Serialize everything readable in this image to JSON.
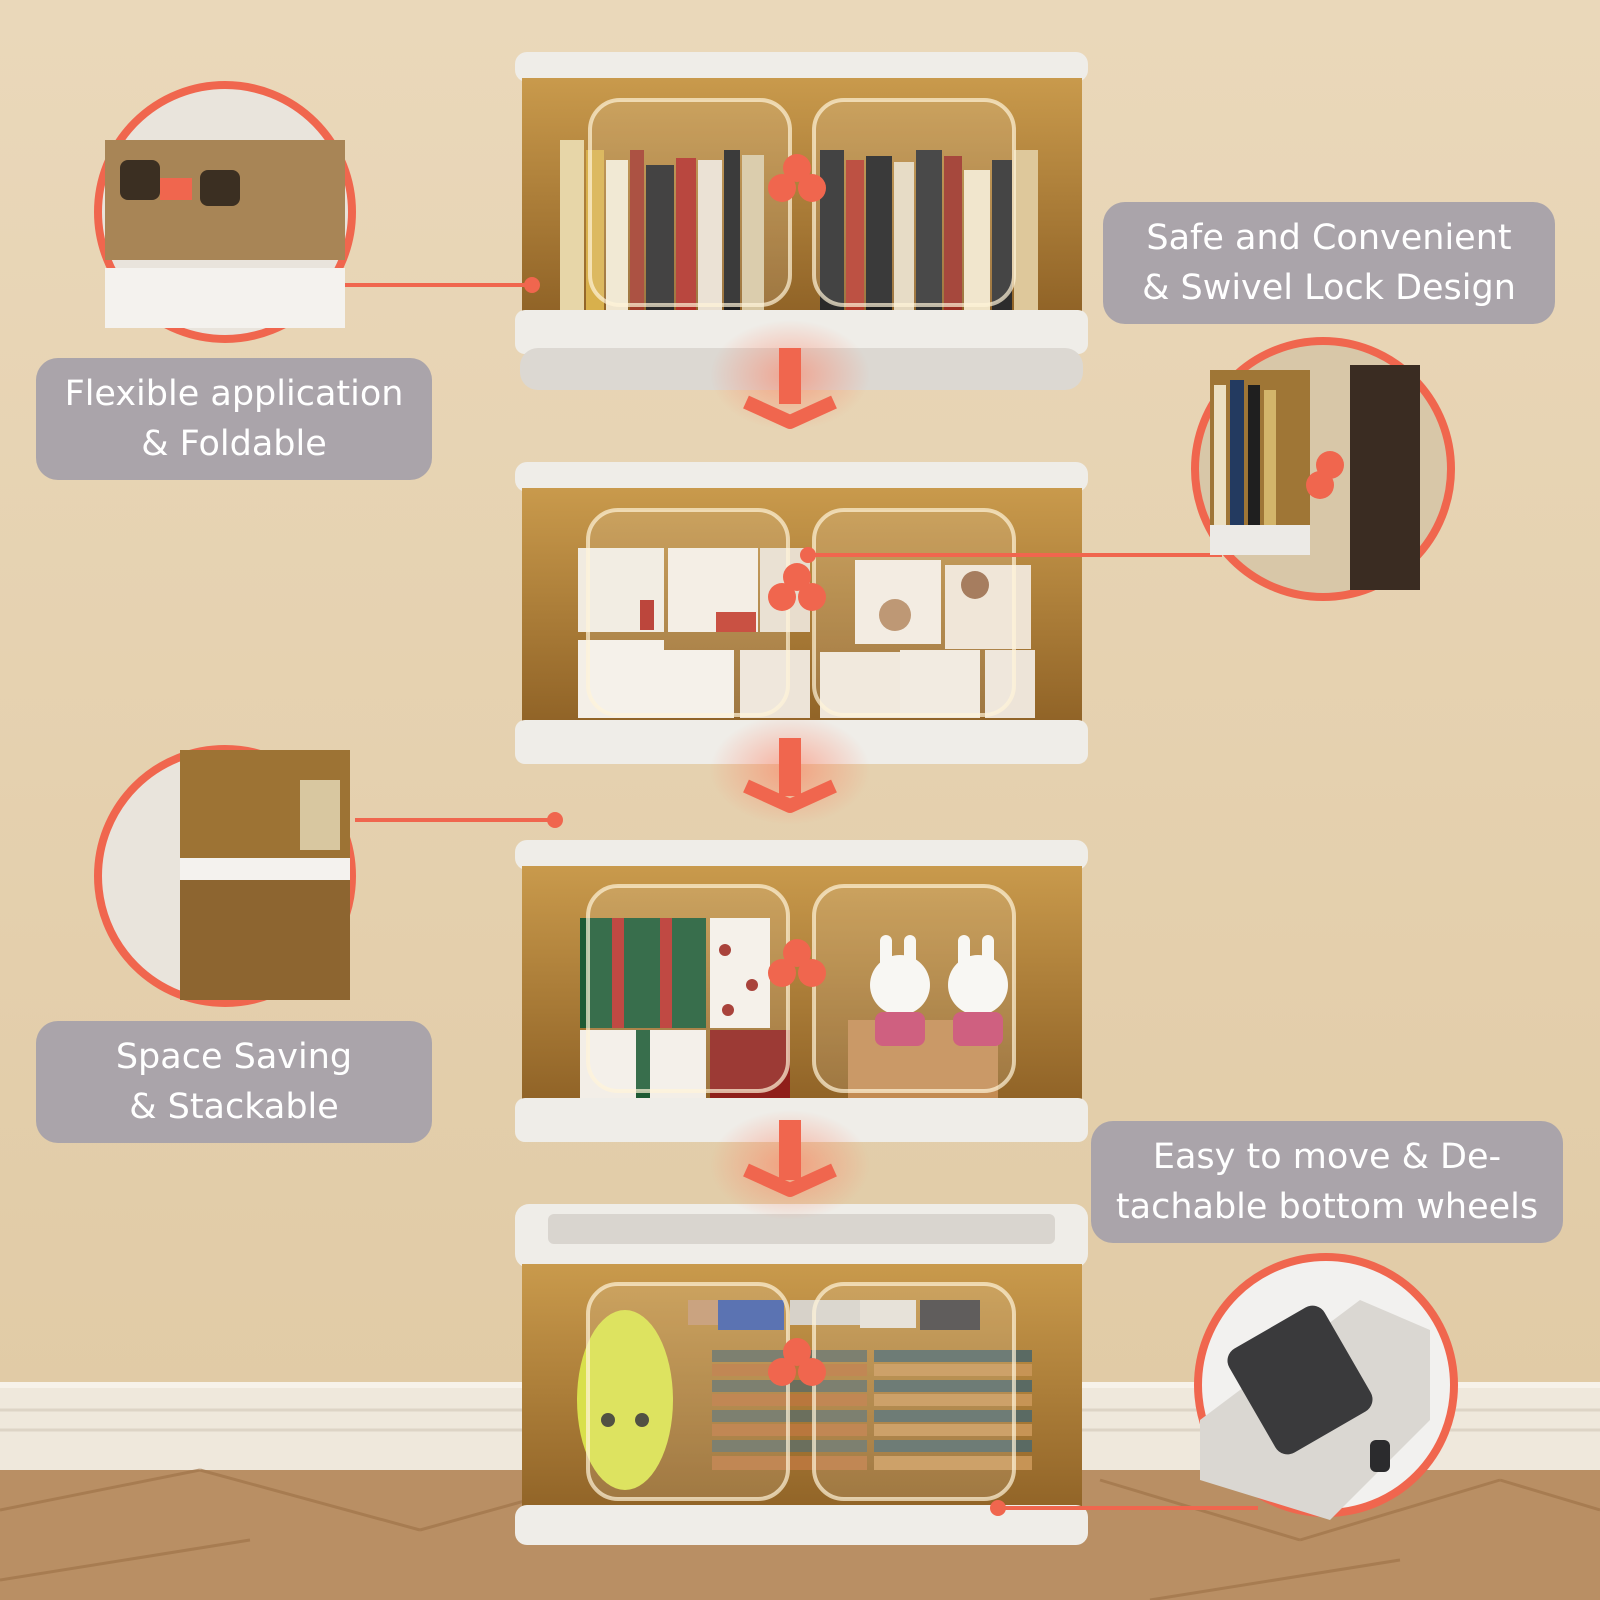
{
  "colors": {
    "wall": "#e6d3b4",
    "floor": "#b98f64",
    "accent": "#f0664e",
    "bin_amber": "#b88535",
    "frame": "#efede8",
    "label_bg": "#aaa4aa",
    "label_text": "#ffffff"
  },
  "callouts": [
    {
      "id": "foldable",
      "line1": "Flexible application",
      "line2": "& Foldable"
    },
    {
      "id": "swivel-lock",
      "line1": "Safe and Convenient",
      "line2": "& Swivel Lock Design"
    },
    {
      "id": "stackable",
      "line1": "Space Saving",
      "line2": "& Stackable"
    },
    {
      "id": "wheels",
      "line1": "Easy to move & De-",
      "line2": "tachable bottom wheels"
    }
  ],
  "bins": [
    {
      "content": "books"
    },
    {
      "content": "snacks"
    },
    {
      "content": "gifts and toys"
    },
    {
      "content": "clothes"
    }
  ],
  "icons": [
    "down-arrow-icon",
    "swivel-lock-icon"
  ]
}
